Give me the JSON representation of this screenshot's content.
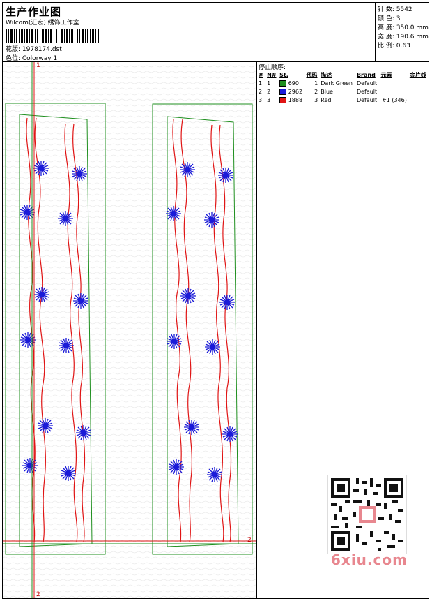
{
  "header": {
    "title": "生产作业图",
    "company": "Wilcom(汇宏) 绣饰工作室",
    "design_label": "花版: 1978174.dst",
    "colorway_label": "色位: Colorway 1"
  },
  "stats": [
    "针 数: 5542",
    "颜 色: 3",
    "高 度: 350.0 mm",
    "宽 度: 190.6 mm",
    "比 例: 0.63"
  ],
  "stop_sequence": {
    "heading": "停止顺序:",
    "columns": [
      "#",
      "N#",
      "St.",
      "代码",
      "描述",
      "Brand",
      "元素",
      "金片线"
    ],
    "rows": [
      {
        "idx": "1.",
        "n": "1",
        "color": "#1f8f1f",
        "st": "690",
        "code": "1",
        "desc": "Dark Green",
        "brand": "Default",
        "elem": "",
        "seq": ""
      },
      {
        "idx": "2.",
        "n": "2",
        "color": "#1a1ad8",
        "st": "2962",
        "code": "2",
        "desc": "Blue",
        "brand": "Default",
        "elem": "",
        "seq": ""
      },
      {
        "idx": "3.",
        "n": "3",
        "color": "#e01414",
        "st": "1888",
        "code": "3",
        "desc": "Red",
        "brand": "Default",
        "elem": "#1 (346)",
        "seq": ""
      }
    ]
  },
  "guides": {
    "v_top": "1",
    "v_bottom": "2",
    "h_right": "2"
  },
  "colors": {
    "green": "#1f8f1f",
    "blue": "#1a1ad8",
    "red": "#e01414"
  },
  "watermark": "6xiu.com",
  "icons": {
    "qr": "qr-code-icon"
  }
}
